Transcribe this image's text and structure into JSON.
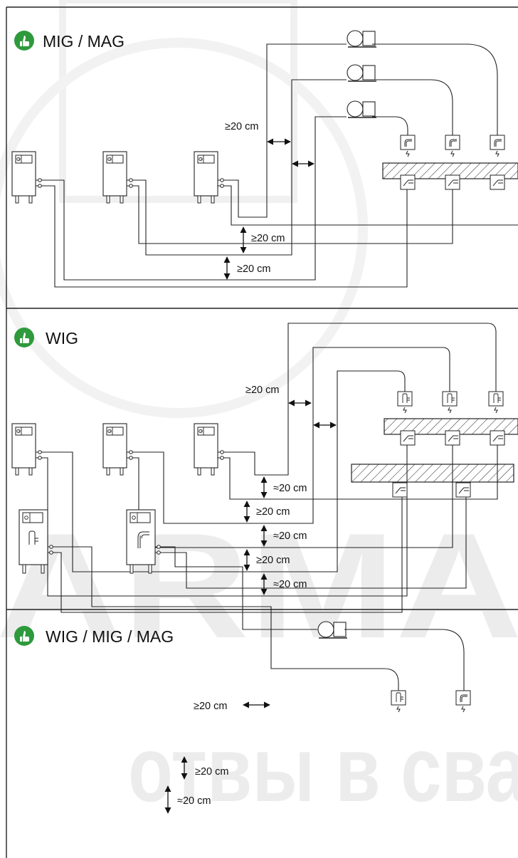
{
  "panels": [
    {
      "title": "MIG / MAG",
      "icon": "thumbs-up-icon",
      "dims": [
        "≥20 cm",
        "≥20 cm",
        "≥20 cm"
      ]
    },
    {
      "title": "WIG",
      "icon": "thumbs-up-icon",
      "dims": [
        "≥20 cm",
        "≈20 cm",
        "≥20 cm",
        "≈20 cm",
        "≥20 cm",
        "≈20 cm"
      ]
    },
    {
      "title": "WIG / MIG / MAG",
      "icon": "thumbs-up-icon",
      "dims": [
        "≥20 cm",
        "≥20 cm",
        "≈20 cm"
      ]
    }
  ],
  "watermark": {
    "logo": "ARMA",
    "tagline": "отвы в сва"
  },
  "colors": {
    "badge": "#2e9a3c",
    "line": "#222222",
    "hatch": "#333333",
    "watermark": "#ececec"
  }
}
